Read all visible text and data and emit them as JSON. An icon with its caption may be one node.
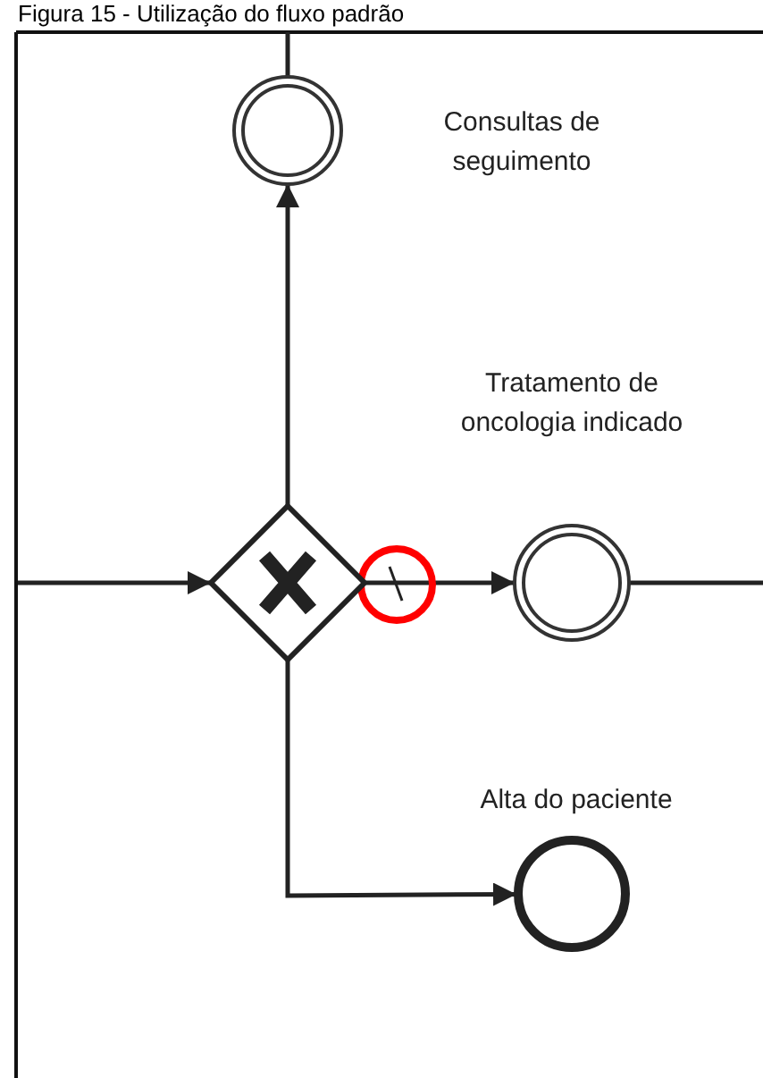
{
  "diagram": {
    "title": "Figura 15 - Utilização do fluxo padrão",
    "nodes": [
      {
        "text": [],
        "shape": "diamond"
      },
      {
        "text": [],
        "shape": "circle",
        "beside": [
          "Consultas de seguimento"
        ]
      },
      {
        "text": [],
        "shape": "circle",
        "beside": [
          "Tratamento de oncologia indicado"
        ]
      },
      {
        "text": [],
        "shape": "circle",
        "beside": [
          "Alta do paciente"
        ]
      }
    ],
    "edges": [
      {
        "from": null,
        "to": 0,
        "arrow": "to"
      },
      {
        "from": 0,
        "to": 1,
        "arrow": "to"
      },
      {
        "from": 0,
        "to": 2,
        "arrow": "to"
      },
      {
        "from": 0,
        "to": 3,
        "arrow": "to"
      },
      {
        "from": 1,
        "to": null,
        "arrow": "none"
      },
      {
        "from": 2,
        "to": null,
        "arrow": "none"
      }
    ]
  }
}
